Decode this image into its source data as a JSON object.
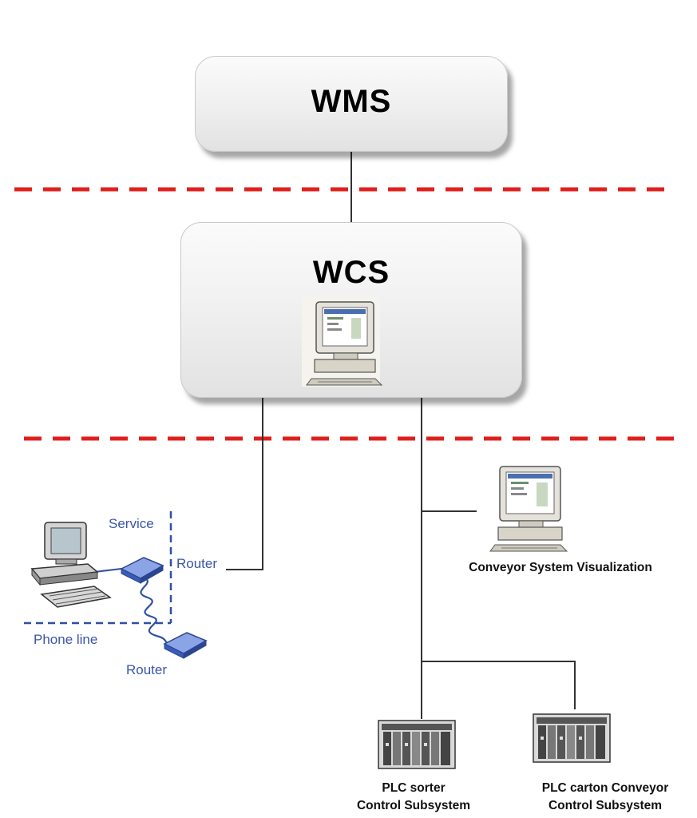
{
  "diagram": {
    "wms": {
      "label": "WMS"
    },
    "wcs": {
      "label": "WCS"
    },
    "remote": {
      "service_label": "Service",
      "router_label_top": "Router",
      "phone_line_label": "Phone line",
      "router_label_bottom": "Router"
    },
    "visualization": {
      "label": "Conveyor System Visualization"
    },
    "plc_sorter": {
      "line1": "PLC  sorter",
      "line2": "Control Subsystem"
    },
    "plc_carton": {
      "line1": "PLC  carton Conveyor",
      "line2": "Control Subsystem"
    }
  },
  "colors": {
    "zone_divider": "#e0201c",
    "connector": "#333333",
    "remote_link": "#2f4fa6",
    "label_blue": "#3a55a8"
  }
}
